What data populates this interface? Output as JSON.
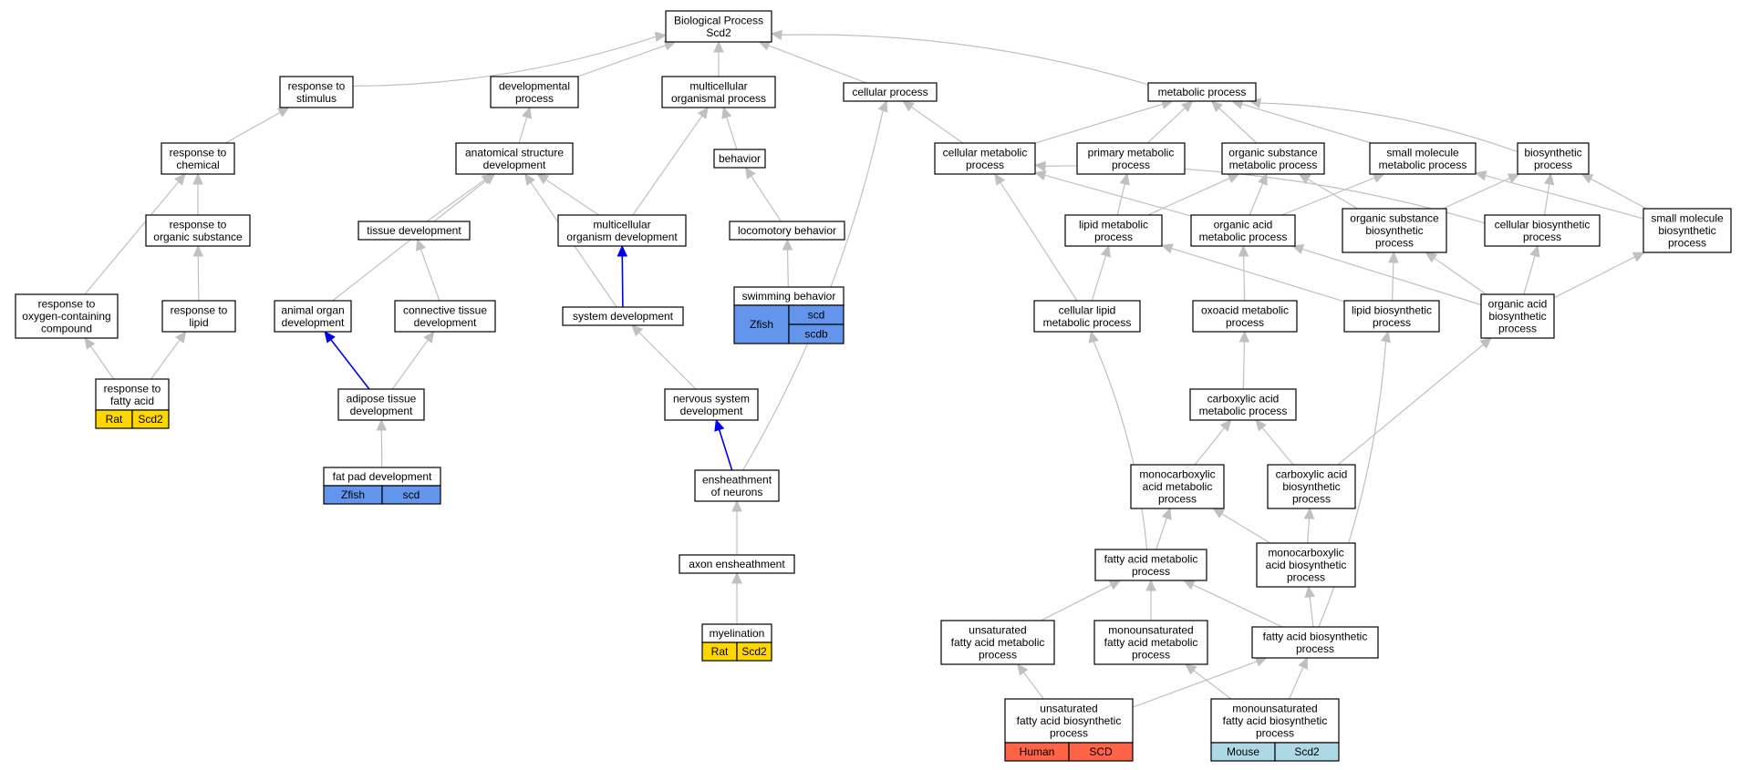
{
  "colors": {
    "rat": "#ffd700",
    "zfish": "#6495ed",
    "human": "#ff6347",
    "mouse": "#add8e6",
    "edge": "#c0c0c0",
    "edge_highlight": "#0000ee"
  },
  "nodes": {
    "bp": [
      "Biological Process",
      "Scd2"
    ],
    "rs": [
      "response to",
      "stimulus"
    ],
    "dp": [
      "developmental",
      "process"
    ],
    "mop": [
      "multicellular",
      "organismal process"
    ],
    "cp": [
      "cellular process"
    ],
    "mp": [
      "metabolic process"
    ],
    "rc": [
      "response to",
      "chemical"
    ],
    "asd": [
      "anatomical structure",
      "development"
    ],
    "beh": [
      "behavior"
    ],
    "cmp": [
      "cellular metabolic",
      "process"
    ],
    "pmp": [
      "primary metabolic",
      "process"
    ],
    "osmp": [
      "organic substance",
      "metabolic process"
    ],
    "smmp": [
      "small molecule",
      "metabolic process"
    ],
    "biop": [
      "biosynthetic",
      "process"
    ],
    "ros": [
      "response to",
      "organic substance"
    ],
    "td": [
      "tissue development"
    ],
    "mod": [
      "multicellular",
      "organism development"
    ],
    "lb": [
      "locomotory behavior"
    ],
    "lmp": [
      "lipid metabolic",
      "process"
    ],
    "oamp": [
      "organic acid",
      "metabolic process"
    ],
    "osbp": [
      "organic substance",
      "biosynthetic",
      "process"
    ],
    "cbp": [
      "cellular biosynthetic",
      "process"
    ],
    "smbp": [
      "small molecule",
      "biosynthetic",
      "process"
    ],
    "rocc": [
      "response to",
      "oxygen-containing",
      "compound"
    ],
    "rl": [
      "response to",
      "lipid"
    ],
    "aod": [
      "animal organ",
      "development"
    ],
    "ctd": [
      "connective tissue",
      "development"
    ],
    "sd": [
      "system development"
    ],
    "sb": [
      "swimming behavior"
    ],
    "clmp": [
      "cellular lipid",
      "metabolic process"
    ],
    "oxmp": [
      "oxoacid metabolic",
      "process"
    ],
    "lbp": [
      "lipid biosynthetic",
      "process"
    ],
    "oabp": [
      "organic acid",
      "biosynthetic",
      "process"
    ],
    "rfa": [
      "response to",
      "fatty acid"
    ],
    "atd": [
      "adipose tissue",
      "development"
    ],
    "nsd": [
      "nervous system",
      "development"
    ],
    "camp": [
      "carboxylic acid",
      "metabolic process"
    ],
    "fpd": [
      "fat pad development"
    ],
    "eon": [
      "ensheathment",
      "of neurons"
    ],
    "mcamp": [
      "monocarboxylic",
      "acid metabolic",
      "process"
    ],
    "cabp": [
      "carboxylic acid",
      "biosynthetic",
      "process"
    ],
    "mcabp": [
      "monocarboxylic",
      "acid biosynthetic",
      "process"
    ],
    "famp": [
      "fatty acid metabolic",
      "process"
    ],
    "ae": [
      "axon ensheathment"
    ],
    "ufamp": [
      "unsaturated",
      "fatty acid metabolic",
      "process"
    ],
    "mufamp": [
      "monounsaturated",
      "fatty acid metabolic",
      "process"
    ],
    "fabp": [
      "fatty acid biosynthetic",
      "process"
    ],
    "myel": [
      "myelination"
    ],
    "ufabp": [
      "unsaturated",
      "fatty acid biosynthetic",
      "process"
    ],
    "mufabp": [
      "monounsaturated",
      "fatty acid biosynthetic",
      "process"
    ]
  },
  "annotations": {
    "rfa": {
      "species": "Rat",
      "genes": [
        "Scd2"
      ],
      "color": "#ffd700"
    },
    "fpd": {
      "species": "Zfish",
      "genes": [
        "scd"
      ],
      "color": "#6495ed"
    },
    "sb": {
      "species": "Zfish",
      "genes": [
        "scd",
        "scdb"
      ],
      "color": "#6495ed"
    },
    "myel": {
      "species": "Rat",
      "genes": [
        "Scd2"
      ],
      "color": "#ffd700"
    },
    "ufabp": {
      "species": "Human",
      "genes": [
        "SCD"
      ],
      "color": "#ff6347"
    },
    "mufabp": {
      "species": "Mouse",
      "genes": [
        "Scd2"
      ],
      "color": "#add8e6"
    }
  }
}
